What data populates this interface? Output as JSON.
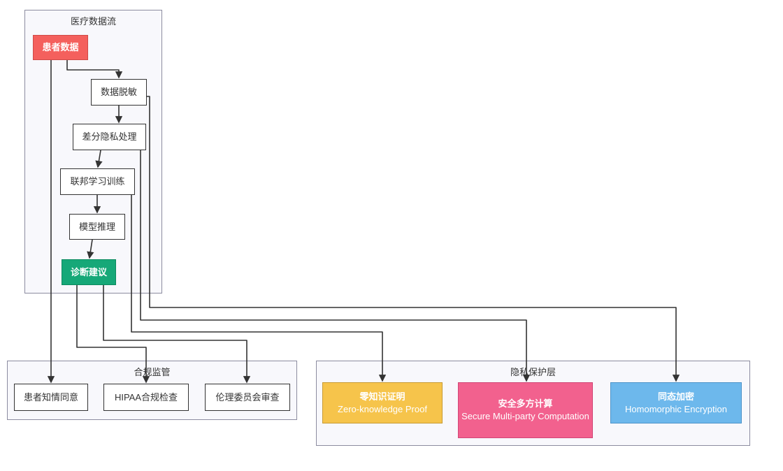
{
  "diagram": {
    "clusters": {
      "medical_flow": {
        "label": "医疗数据流"
      },
      "compliance": {
        "label": "合规监管"
      },
      "privacy": {
        "label": "隐私保护层"
      }
    },
    "nodes": {
      "patient_data": {
        "label": "患者数据",
        "fill": "#f4605d"
      },
      "data_masking": {
        "label": "数据脱敏",
        "fill": "#ffffff"
      },
      "differential_privacy": {
        "label": "差分隐私处理",
        "fill": "#ffffff"
      },
      "federated_learning": {
        "label": "联邦学习训练",
        "fill": "#ffffff"
      },
      "model_inference": {
        "label": "模型推理",
        "fill": "#ffffff"
      },
      "diagnosis": {
        "label": "诊断建议",
        "fill": "#16a878"
      },
      "informed_consent": {
        "label": "患者知情同意",
        "fill": "#ffffff"
      },
      "hipaa_check": {
        "label": "HIPAA合规检查",
        "fill": "#ffffff"
      },
      "ethics_review": {
        "label": "伦理委员会审查",
        "fill": "#ffffff"
      },
      "zkp": {
        "label_zh": "零知识证明",
        "label_en": "Zero-knowledge Proof",
        "fill": "#f6c44b"
      },
      "mpc": {
        "label_zh": "安全多方计算",
        "label_en": "Secure Multi-party Computation",
        "fill": "#f2618e"
      },
      "he": {
        "label_zh": "同态加密",
        "label_en": "Homomorphic Encryption",
        "fill": "#6db8ec"
      }
    },
    "edges": [
      {
        "from": "患者数据",
        "to": "数据脱敏"
      },
      {
        "from": "数据脱敏",
        "to": "差分隐私处理"
      },
      {
        "from": "差分隐私处理",
        "to": "联邦学习训练"
      },
      {
        "from": "联邦学习训练",
        "to": "模型推理"
      },
      {
        "from": "模型推理",
        "to": "诊断建议"
      },
      {
        "from": "患者数据",
        "to": "患者知情同意"
      },
      {
        "from": "诊断建议",
        "to": "HIPAA合规检查"
      },
      {
        "from": "诊断建议",
        "to": "伦理委员会审查"
      },
      {
        "from": "联邦学习训练",
        "to": "零知识证明"
      },
      {
        "from": "差分隐私处理",
        "to": "安全多方计算"
      },
      {
        "from": "数据脱敏",
        "to": "同态加密"
      }
    ],
    "colors": {
      "edge": "#333333",
      "node_border": "#333333",
      "cluster_fill": "#f8f8fc",
      "cluster_border": "#8c8ca0",
      "red": "#f4605d",
      "green": "#16a878",
      "yellow": "#f6c44b",
      "pink": "#f2618e",
      "blue": "#6db8ec"
    }
  }
}
